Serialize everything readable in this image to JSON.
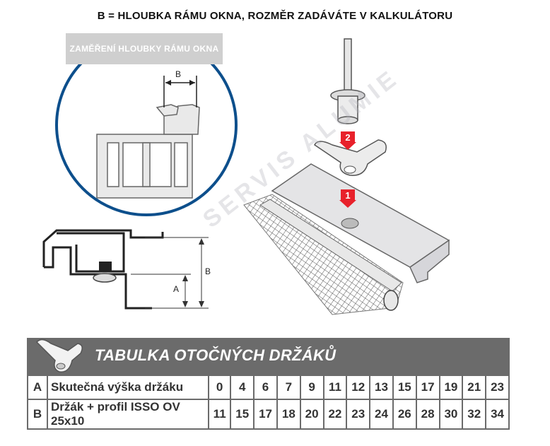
{
  "heading": "B = HLOUBKA RÁMU OKNA, ROZMĚR ZADÁVÁTE V KALKULÁTORU",
  "circle_label": "ZAMĚŘENÍ HLOUBKY RÁMU OKNA",
  "dim_b": "B",
  "dim_a": "A",
  "marker_1": "1",
  "marker_2": "2",
  "watermark": "SERVIS ALUMIE",
  "table": {
    "title": "TABULKA OTOČNÝCH DRŽÁKŮ",
    "rows": [
      {
        "label": "A",
        "desc": "Skutečná výška držáku",
        "values": [
          "0",
          "4",
          "6",
          "7",
          "9",
          "11",
          "12",
          "13",
          "15",
          "17",
          "19",
          "21",
          "23"
        ]
      },
      {
        "label": "B",
        "desc": "Držák + profil ISSO OV 25x10",
        "values": [
          "11",
          "15",
          "17",
          "18",
          "20",
          "22",
          "23",
          "24",
          "26",
          "28",
          "30",
          "32",
          "34"
        ]
      }
    ]
  },
  "colors": {
    "circle_border": "#0d4f8c",
    "table_header": "#6b6b6b",
    "arrow_red": "#e8212b"
  }
}
